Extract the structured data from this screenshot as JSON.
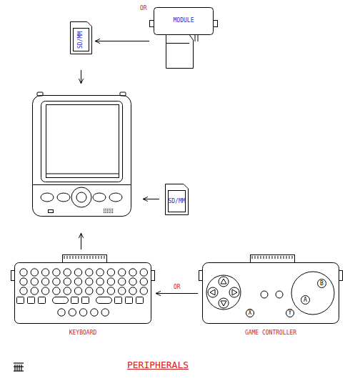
{
  "diagram": {
    "title": "PERIPHERALS",
    "nodes": [
      {
        "text": [
          "SD/MM"
        ]
      },
      {
        "text": [
          "MODULE"
        ]
      },
      {
        "text": [
          "SD/MM"
        ]
      },
      {
        "text": [
          "KEYBOARD"
        ]
      },
      {
        "text": [
          "GAME CONTROLLER"
        ]
      },
      {
        "text": [
          "B"
        ],
        "in": 4
      },
      {
        "text": [
          "A"
        ],
        "in": 4
      },
      {
        "text": [
          "X"
        ],
        "in": 4
      },
      {
        "text": [
          "Y"
        ],
        "in": 4
      }
    ],
    "edges": [
      {
        "from": 1,
        "to": 0,
        "arrow": "to",
        "label": "OR"
      },
      {
        "from": 4,
        "to": 3,
        "arrow": "to",
        "label": "OR"
      }
    ]
  }
}
